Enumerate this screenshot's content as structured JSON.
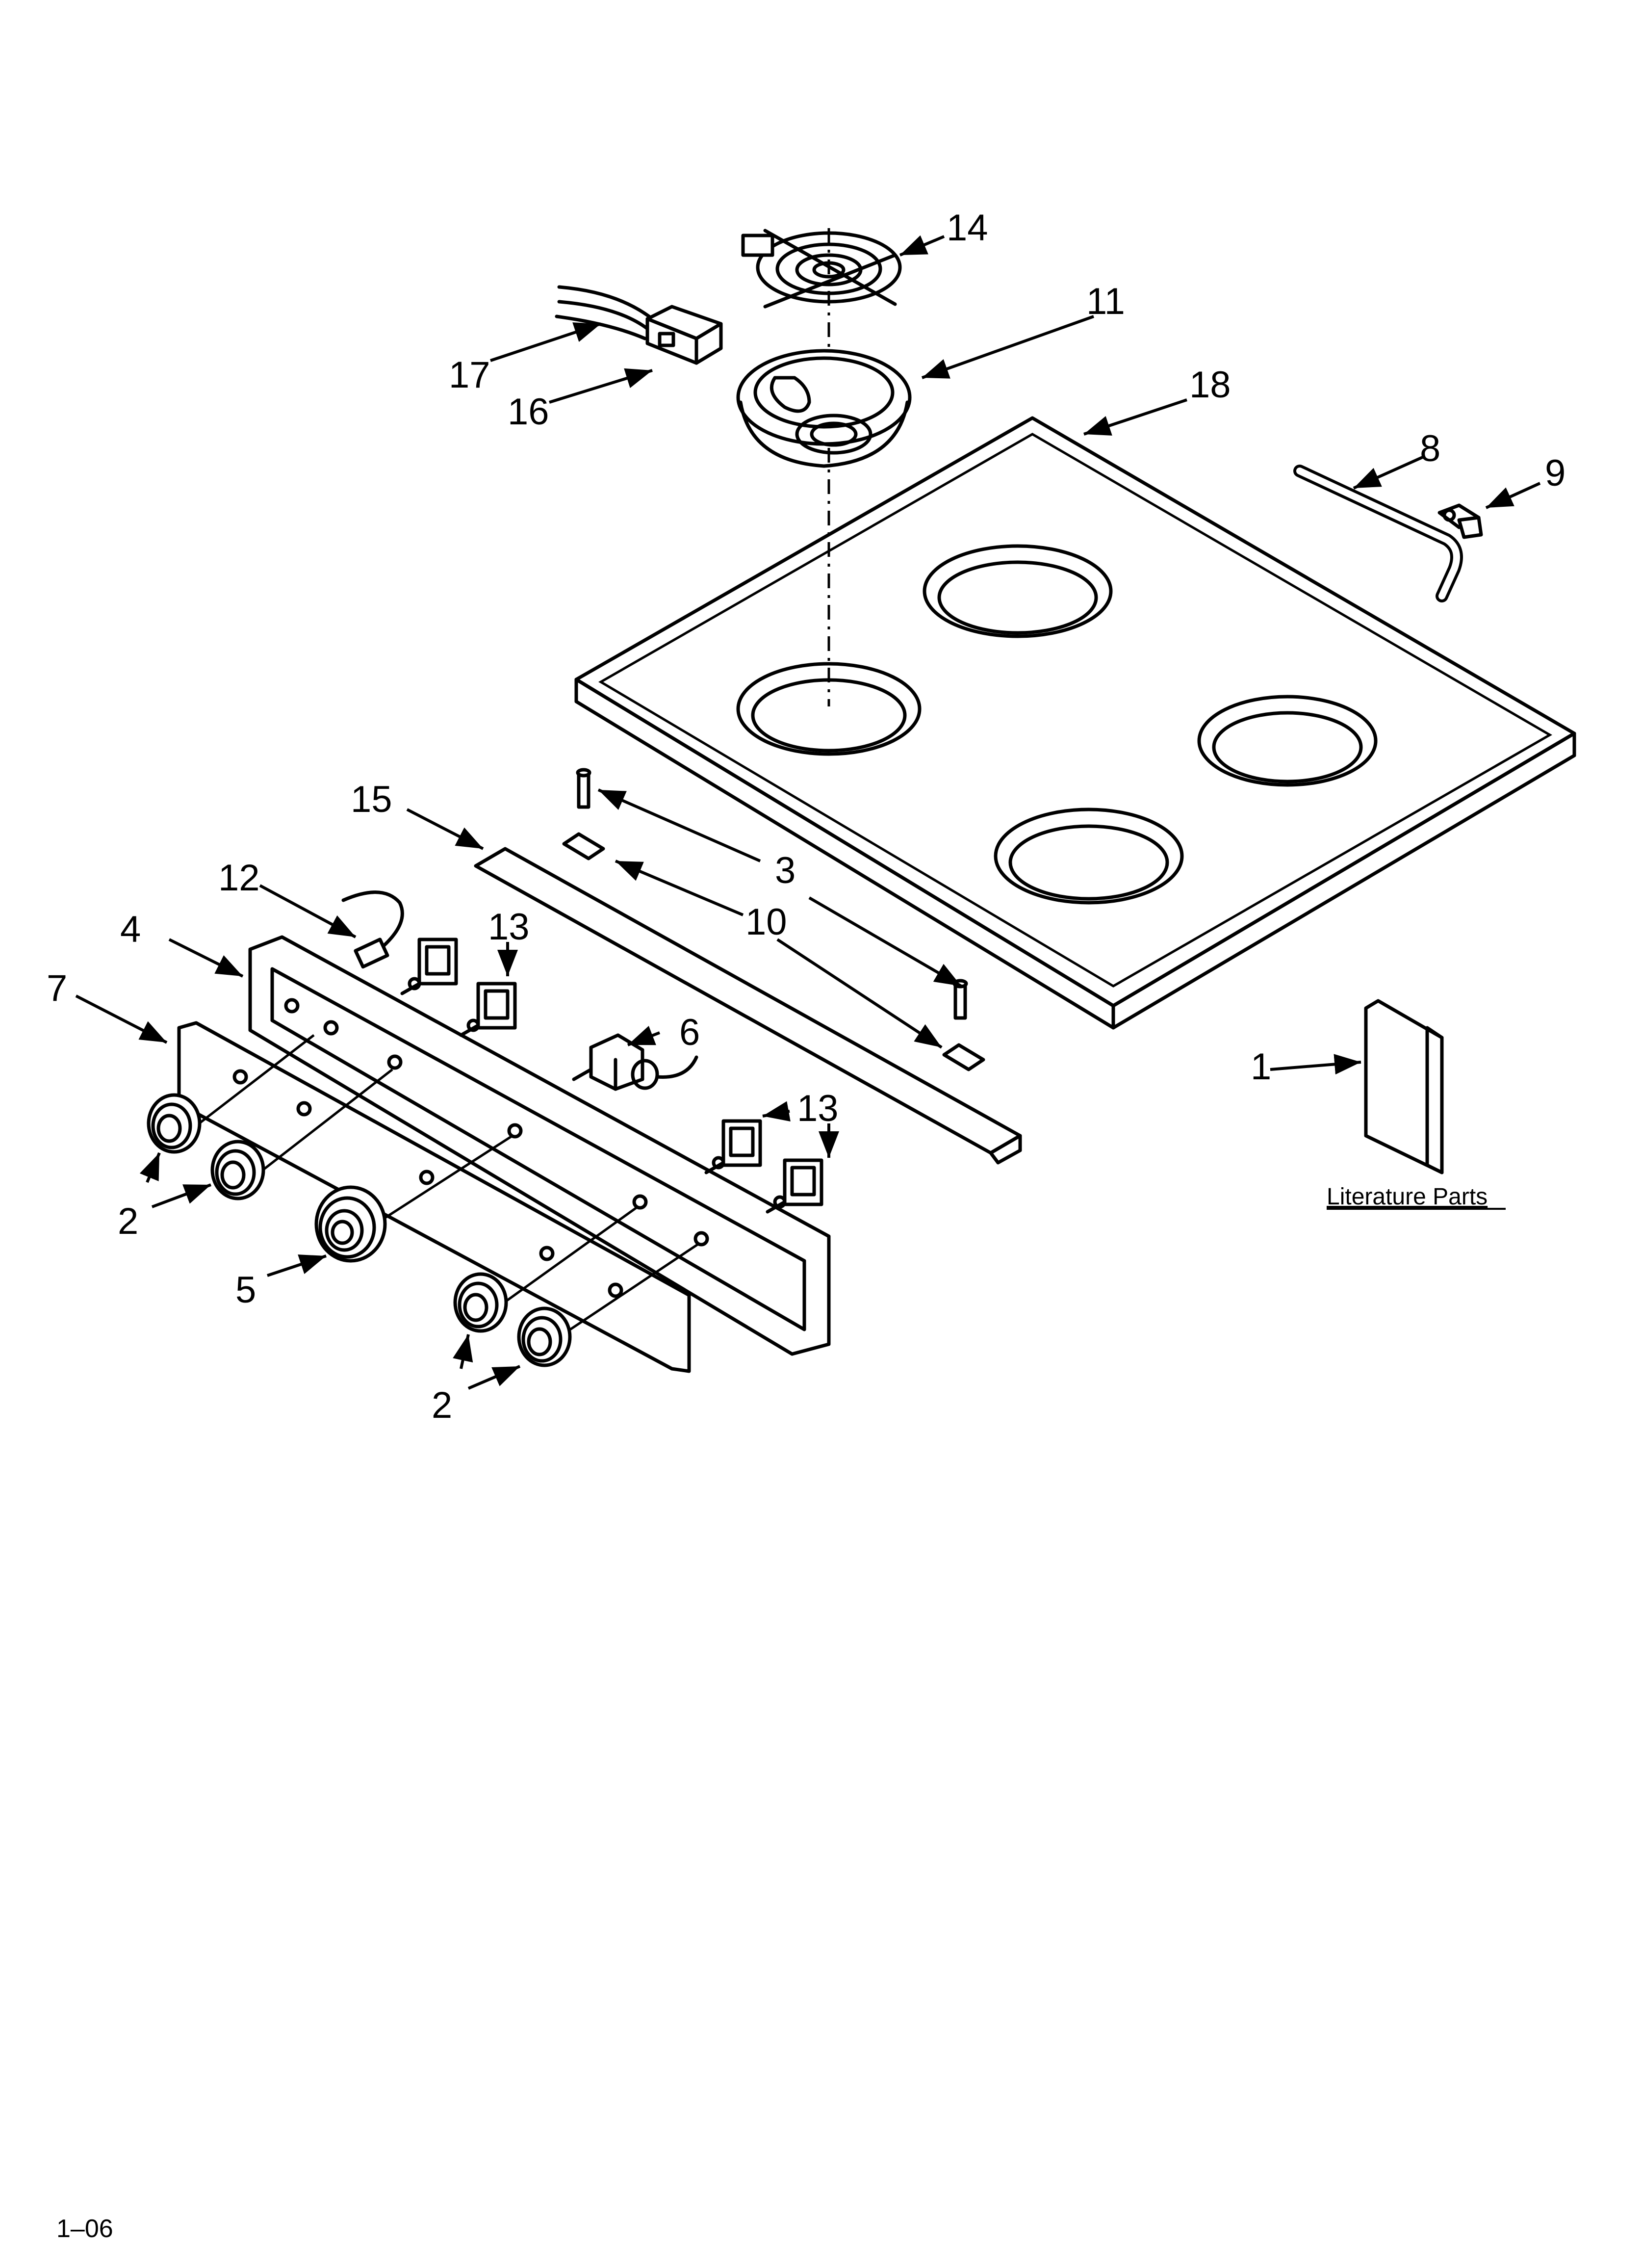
{
  "callouts": {
    "c14": "14",
    "c11": "11",
    "c18": "18",
    "c17": "17",
    "c16": "16",
    "c8": "8",
    "c9": "9",
    "c15": "15",
    "c3": "3",
    "c12": "12",
    "c10": "10",
    "c4": "4",
    "c13a": "13",
    "c7": "7",
    "c6": "6",
    "c1": "1",
    "c13b": "13",
    "c2a": "2",
    "c5": "5",
    "c2b": "2"
  },
  "literature_label": "Literature Parts",
  "page_code": "1–06"
}
